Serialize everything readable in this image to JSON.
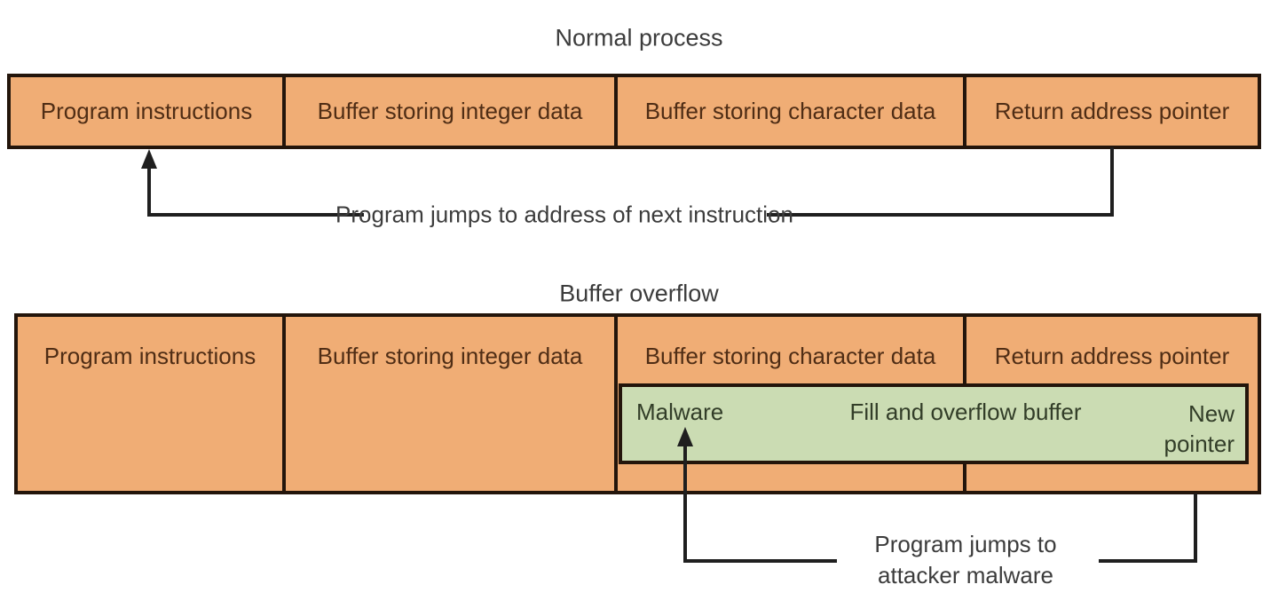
{
  "diagram": {
    "normal": {
      "title": "Normal process",
      "cells": [
        "Program instructions",
        "Buffer storing integer data",
        "Buffer storing character data",
        "Return address pointer"
      ],
      "arrow_label": "Program jumps to address of next instruction"
    },
    "overflow": {
      "title": "Buffer overflow",
      "cells": [
        "Program instructions",
        "Buffer storing integer data",
        "Buffer storing character data",
        "Return address pointer"
      ],
      "malware_label": "Malware",
      "fill_label": "Fill and overflow buffer",
      "new_pointer_label": "New pointer",
      "arrow_label_line1": "Program jumps to",
      "arrow_label_line2": "attacker malware"
    },
    "colors": {
      "memory_cell_fill": "#f0ad75",
      "memory_cell_border": "#23150b",
      "overflow_box_fill": "#cbdcb3",
      "cell_text": "#4f2d15",
      "overflow_text": "#323d28",
      "caption_text": "#3c3c3c",
      "arrow": "#1f1f1f",
      "background": "#ffffff"
    }
  }
}
